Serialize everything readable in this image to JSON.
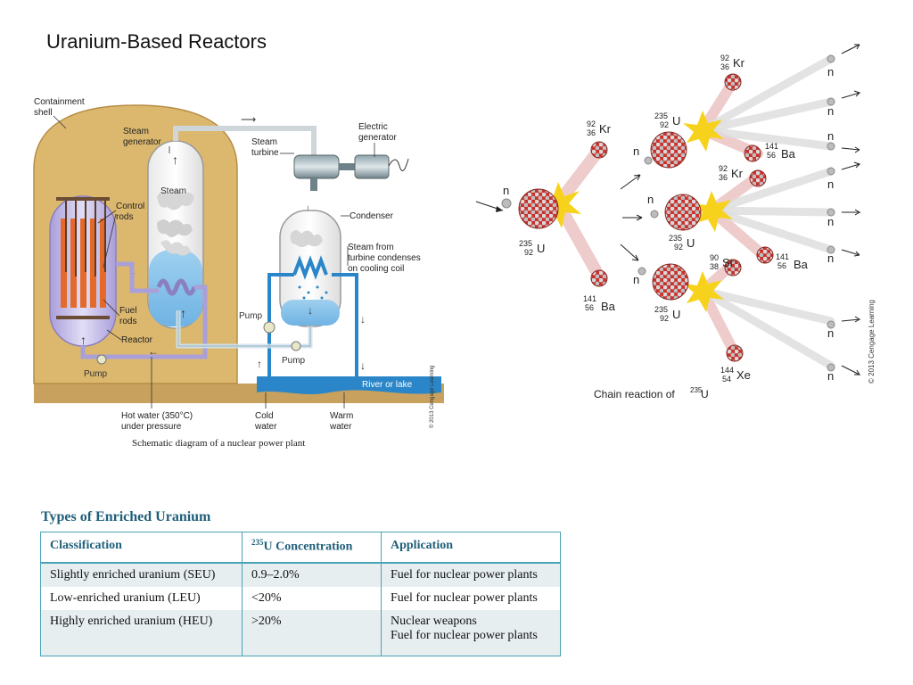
{
  "title": "Uranium-Based Reactors",
  "plant_diagram": {
    "labels": {
      "containment_shell": [
        "Containment",
        "shell"
      ],
      "steam_generator": [
        "Steam",
        "generator"
      ],
      "steam": "Steam",
      "steam_turbine": [
        "Steam",
        "turbine"
      ],
      "electric_generator": [
        "Electric",
        "generator"
      ],
      "control_rods": [
        "Control",
        "rods"
      ],
      "condenser": "Condenser",
      "steam_condenses": [
        "Steam from",
        "turbine condenses",
        "on cooling coil"
      ],
      "fuel_rods": [
        "Fuel",
        "rods"
      ],
      "reactor": "Reactor",
      "pump_left": "Pump",
      "pump_mid": "Pump",
      "pump_bottom": "Pump",
      "river": "River or lake",
      "hot_water": [
        "Hot water (350°C)",
        "under pressure"
      ],
      "cold_water": [
        "Cold",
        "water"
      ],
      "warm_water": [
        "Warm",
        "water"
      ],
      "copyright": "© 2013 Cengage Learning"
    },
    "caption": "Schematic diagram of a nuclear power plant"
  },
  "chain_diagram": {
    "neutron": "n",
    "u": {
      "mass": "235",
      "z": "92",
      "sym": "U"
    },
    "kr": {
      "mass": "92",
      "z": "36",
      "sym": "Kr"
    },
    "ba": {
      "mass": "141",
      "z": "56",
      "sym": "Ba"
    },
    "sr": {
      "mass": "90",
      "z": "38",
      "sym": "Sr"
    },
    "xe": {
      "mass": "144",
      "z": "54",
      "sym": "Xe"
    },
    "caption_prefix": "Chain reaction of ",
    "caption_mass": "235",
    "caption_sym": "U",
    "copyright": "© 2013 Cengage Learning"
  },
  "enriched_table": {
    "title": "Types of Enriched Uranium",
    "headers": {
      "classification": "Classification",
      "conc_mass": "235",
      "conc_label": "U Concentration",
      "application": "Application"
    },
    "rows": [
      {
        "classification": "Slightly enriched uranium (SEU)",
        "concentration": "0.9–2.0%",
        "application": [
          "Fuel for nuclear power plants"
        ]
      },
      {
        "classification": "Low-enriched uranium (LEU)",
        "concentration": "<20%",
        "application": [
          "Fuel for nuclear power plants"
        ]
      },
      {
        "classification": "Highly enriched uranium (HEU)",
        "concentration": ">20%",
        "application": [
          "Nuclear weapons",
          "Fuel for nuclear power plants"
        ]
      }
    ]
  },
  "colors": {
    "shell": "#dcb86e",
    "ground": "#c9a15e",
    "reactor": "#bfb6e6",
    "fuel_rod": "#e36a2a",
    "water": "#2a86c8",
    "table_accent": "#1f5f7a",
    "flash": "#f7d21c"
  }
}
